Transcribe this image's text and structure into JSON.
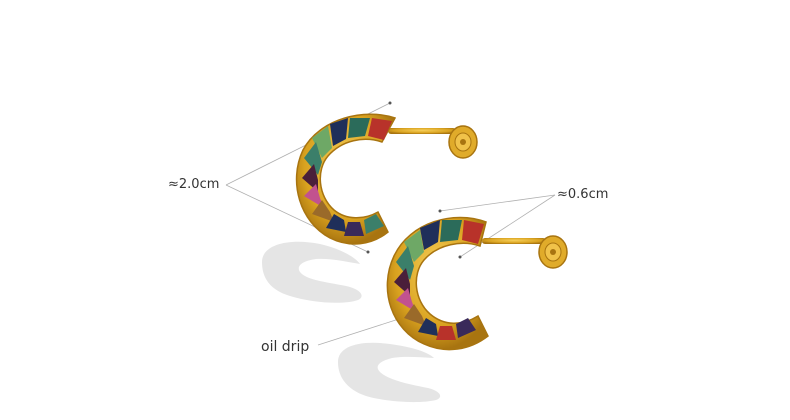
{
  "annotations": {
    "size": "≈2.0cm",
    "width": "≈0.6cm",
    "material": "oil drip"
  },
  "colors": {
    "gold": "#d9a21f",
    "gold_dark": "#b07c10",
    "shadow": "#e4e4e4",
    "line": "#aaaaaa",
    "enamel": [
      "#b8322a",
      "#2b6b5a",
      "#1f2f5a",
      "#6ea866",
      "#4a1f3a",
      "#c2528f",
      "#9a6a2a",
      "#3a2a5a",
      "#3b7f6a"
    ]
  },
  "icons": [
    "earring-left-image",
    "earring-right-image"
  ]
}
